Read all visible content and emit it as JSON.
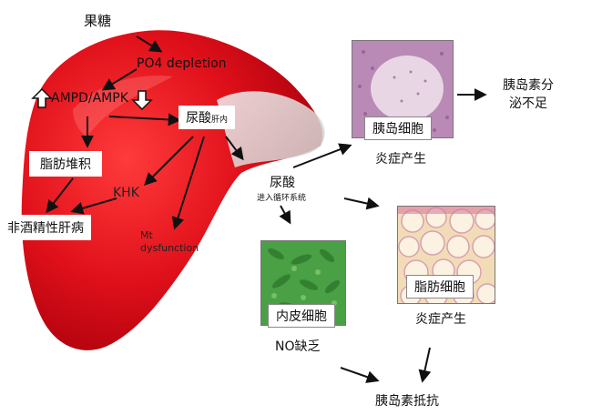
{
  "liver": {
    "fructose": "果糖",
    "po4_depletion": "PO4 depletion",
    "ampd_ampk": "AMPD/AMPK",
    "uric_acid": "尿酸",
    "uric_acid_sub": "肝内",
    "fat_accumulation": "脂肪堆积",
    "khk": "KHK",
    "nafld": "非酒精性肝病",
    "mt": "Mt",
    "dysfunction": "dysfunction"
  },
  "circulation": {
    "uric_acid": "尿酸",
    "sub": "进入循环系统"
  },
  "islet": {
    "caption": "胰岛细胞",
    "inflammation": "炎症产生",
    "outcome_line1": "胰岛素分",
    "outcome_line2": "泌不足"
  },
  "adipocyte": {
    "caption": "脂肪细胞",
    "inflammation": "炎症产生"
  },
  "endothelial": {
    "caption": "内皮细胞",
    "effect": "NO缺乏"
  },
  "insulin_resistance": "胰岛素抵抗"
}
